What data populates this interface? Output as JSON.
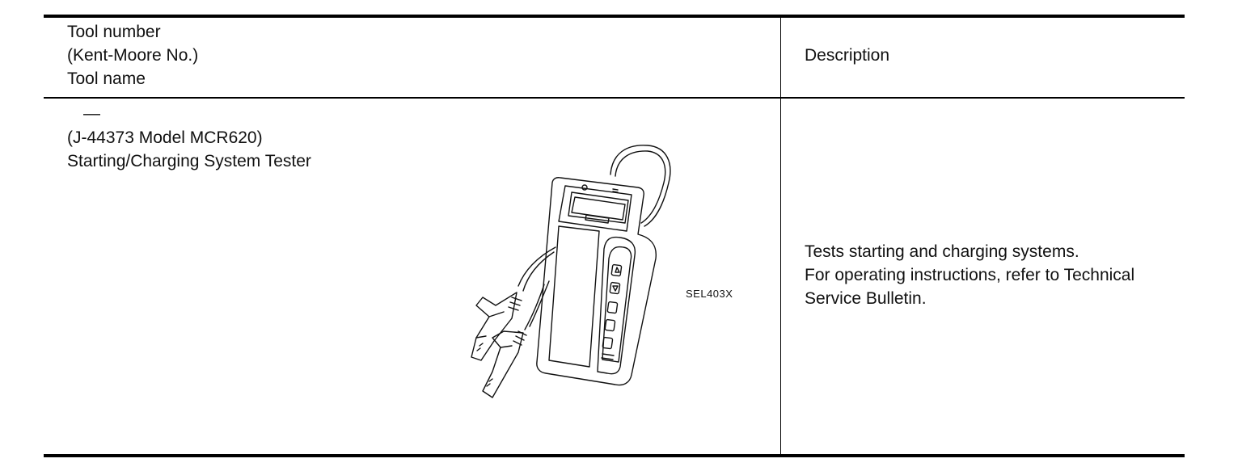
{
  "header": {
    "left_lines": [
      "Tool number",
      "(Kent-Moore No.)",
      "Tool name"
    ],
    "right": "Description"
  },
  "row": {
    "tool_number": "—",
    "kent_moore_no": "(J-44373 Model MCR620)",
    "tool_name": "Starting/Charging System Tester",
    "figure_code": "SEL403X",
    "description_lines": [
      "Tests starting and charging systems.",
      "For operating instructions, refer to Technical",
      "Service Bulletin."
    ]
  }
}
